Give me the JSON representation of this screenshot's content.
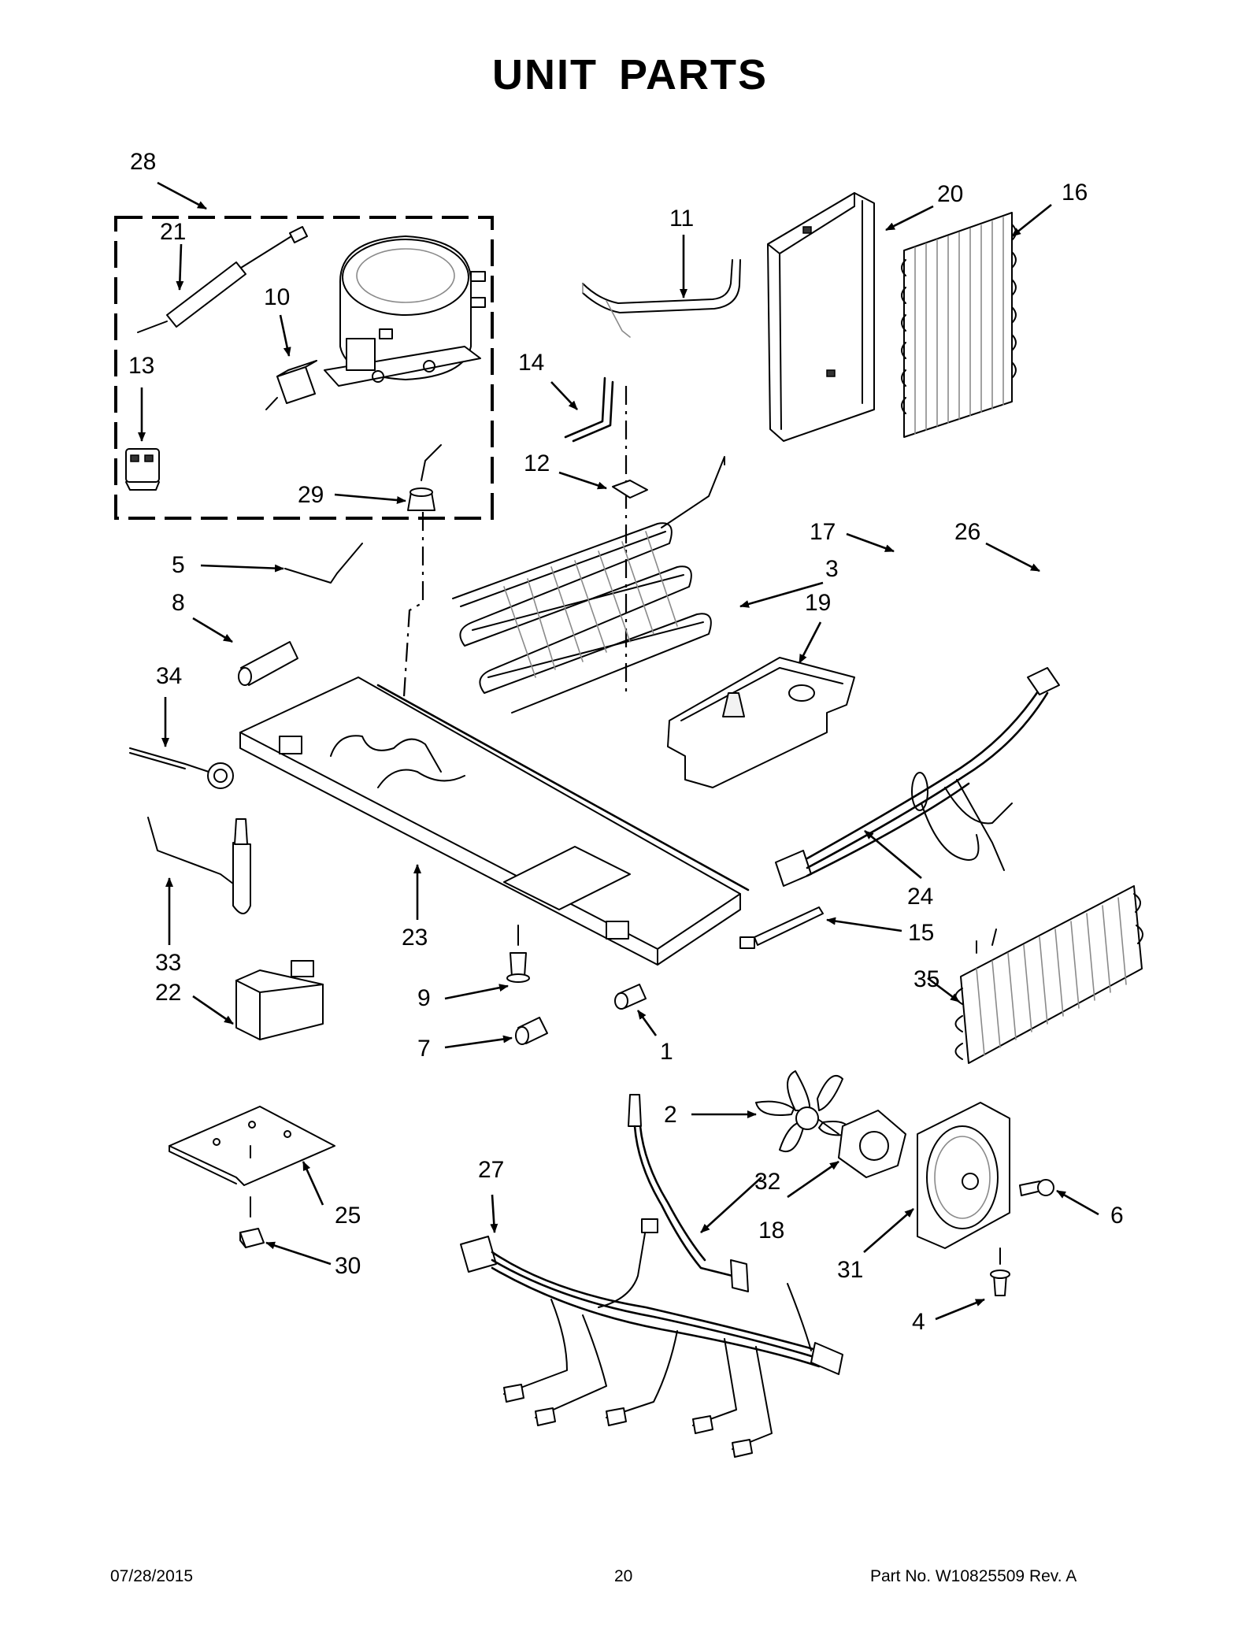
{
  "title": "UNIT  PARTS",
  "callouts": [
    "28",
    "21",
    "10",
    "13",
    "29",
    "11",
    "20",
    "16",
    "14",
    "12",
    "17",
    "26",
    "3",
    "19",
    "5",
    "8",
    "34",
    "24",
    "23",
    "15",
    "33",
    "22",
    "9",
    "7",
    "1",
    "35",
    "2",
    "32",
    "27",
    "18",
    "31",
    "6",
    "25",
    "30",
    "4"
  ],
  "footer": {
    "date": "07/28/2015",
    "page": "20",
    "part_no": "Part No.  W10825509  Rev.  A"
  }
}
